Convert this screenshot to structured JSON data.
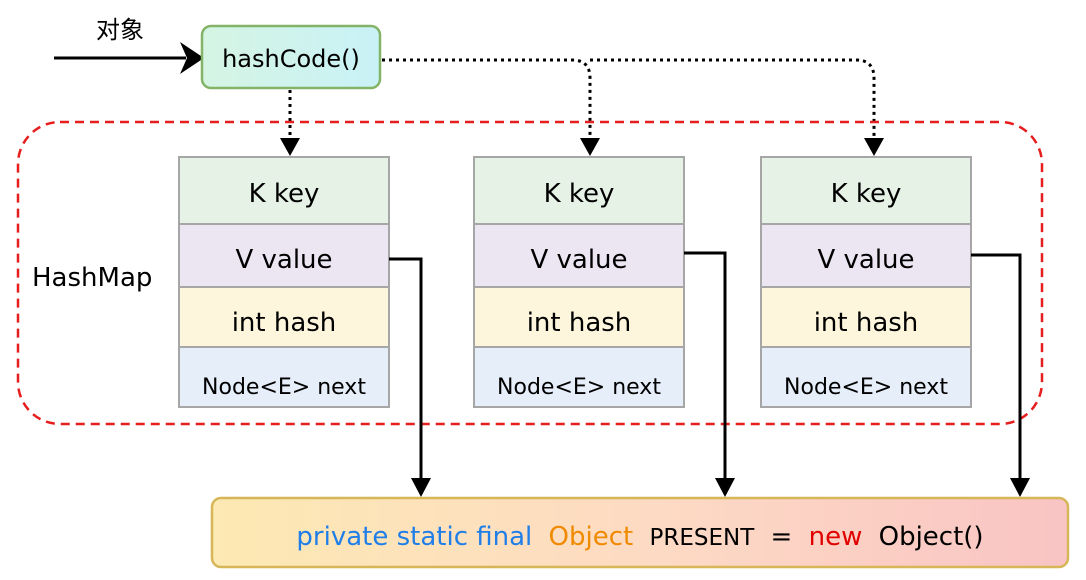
{
  "input_label": "对象",
  "hash_function": "hashCode()",
  "container_label": "HashMap",
  "node_fields": [
    "K key",
    "V value",
    "int hash",
    "Node<E> next"
  ],
  "node_count": 3,
  "present": {
    "modifiers": "private static final",
    "type": "Object",
    "name": "PRESENT",
    "equals": "=",
    "keyword_new": "new",
    "constructor": "Object()"
  },
  "colors": {
    "field_fills": [
      "#e6f2e6",
      "#ebe6f2",
      "#fdf6dc",
      "#e6eefa"
    ],
    "hash_box_fill": "#d5f5e3",
    "hash_box_border": "#82b366",
    "container_border": "#e61e1e",
    "present_fill": "#fde9b3",
    "present_border": "#d6b656",
    "modifiers_color": "#1f7ee8",
    "type_color": "#f08a00",
    "keyword_new_color": "#e00000"
  }
}
